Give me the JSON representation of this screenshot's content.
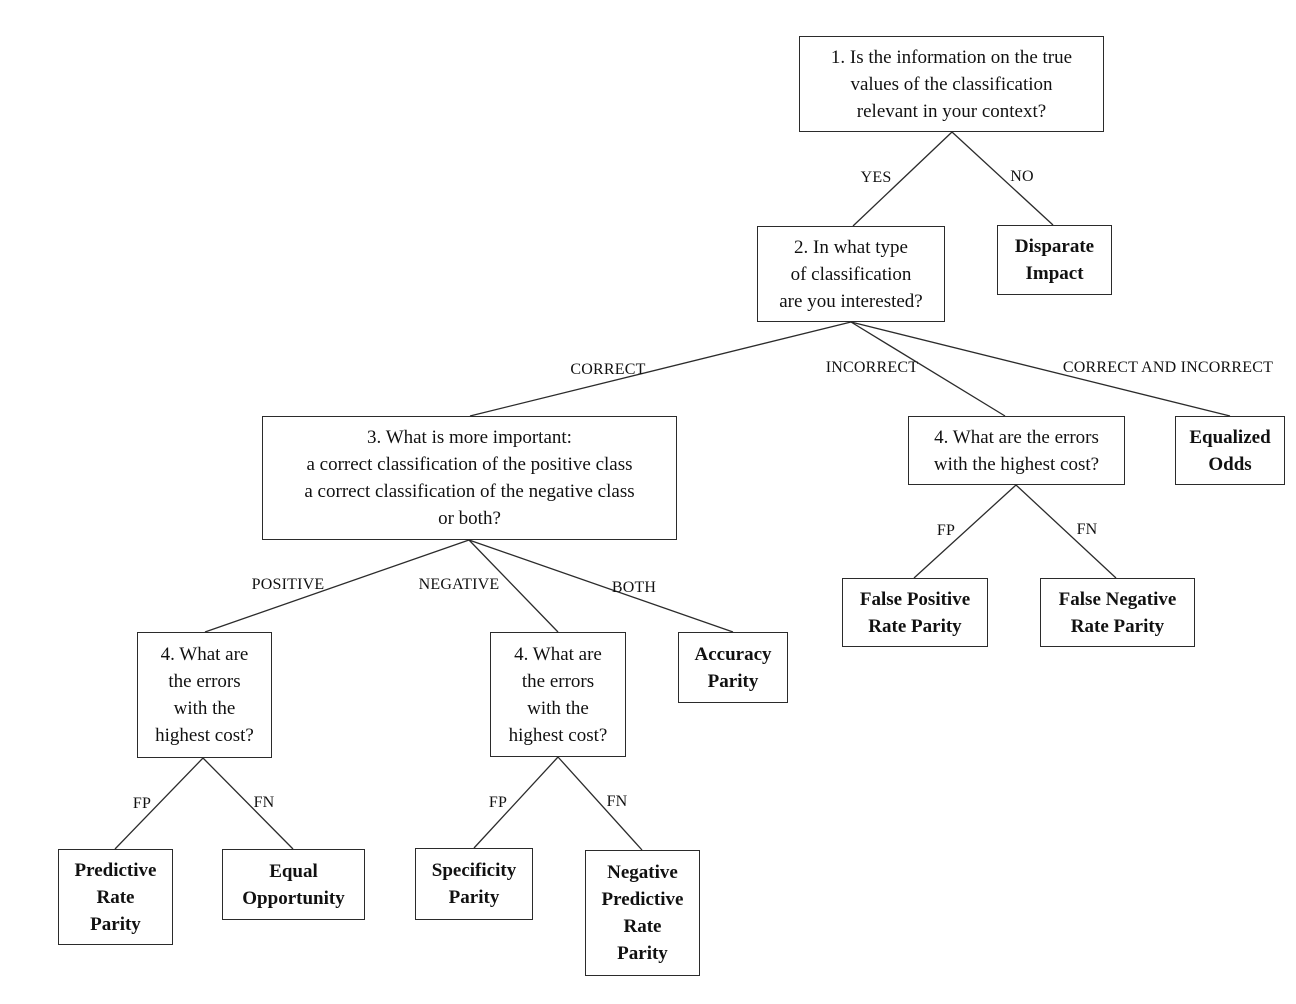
{
  "diagram": {
    "type": "decision-tree",
    "topic": "Choosing a fairness metric for classification",
    "nodes": {
      "q1": "1. Is the information on the true\nvalues of the classification\nrelevant in your context?",
      "q2": "2. In what type\nof classification\nare you interested?",
      "disparate_impact": "Disparate\nImpact",
      "q3": "3. What is more important:\na correct classification of the positive class\na correct classification of the negative class\nor both?",
      "q4_right": "4. What are the errors\nwith the highest cost?",
      "equalized_odds": "Equalized\nOdds",
      "q4_left": "4. What are\nthe errors\nwith the\nhighest cost?",
      "q4_middle": "4. What are\nthe errors\nwith the\nhighest cost?",
      "accuracy_parity": "Accuracy\nParity",
      "false_positive_rate_parity": "False Positive\nRate Parity",
      "false_negative_rate_parity": "False Negative\nRate Parity",
      "predictive_rate_parity": "Predictive\nRate\nParity",
      "equal_opportunity": "Equal\nOpportunity",
      "specificity_parity": "Specificity\nParity",
      "negative_predictive_rate_parity": "Negative\nPredictive\nRate\nParity"
    },
    "edge_labels": {
      "yes": "YES",
      "no": "NO",
      "correct": "CORRECT",
      "incorrect": "INCORRECT",
      "correct_and_incorrect": "CORRECT AND INCORRECT",
      "positive": "POSITIVE",
      "negative": "NEGATIVE",
      "both": "BOTH",
      "fp": "FP",
      "fn": "FN"
    },
    "colors": {
      "line": "#2b2b2b",
      "text": "#111111",
      "background": "#ffffff"
    }
  }
}
